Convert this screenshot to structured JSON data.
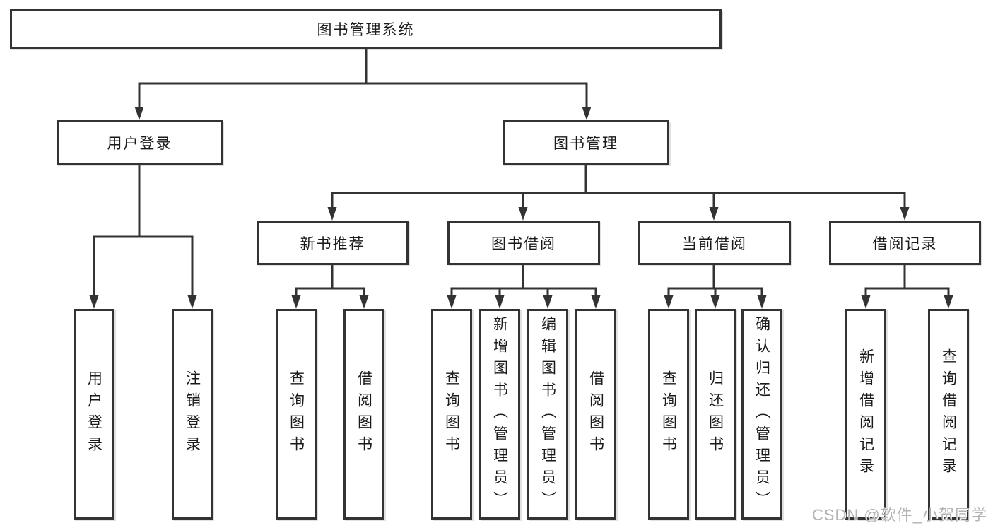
{
  "colors": {
    "line": "#333333",
    "text": "#1a1a1a",
    "box_background": "#ffffff",
    "page_background": "#ffffff",
    "watermark": "#b3b3b3"
  },
  "watermark": "CSDN @软件_小贺同学",
  "tree": {
    "root": {
      "label": "图书管理系统",
      "children": [
        {
          "label": "用户登录",
          "children": [
            {
              "label": "用户登录"
            },
            {
              "label": "注销登录"
            }
          ]
        },
        {
          "label": "图书管理",
          "children": [
            {
              "label": "新书推荐",
              "children": [
                {
                  "label": "查询图书"
                },
                {
                  "label": "借阅图书"
                }
              ]
            },
            {
              "label": "图书借阅",
              "children": [
                {
                  "label": "查询图书"
                },
                {
                  "label": "新增图书（管理员）"
                },
                {
                  "label": "编辑图书（管理员）"
                },
                {
                  "label": "借阅图书"
                }
              ]
            },
            {
              "label": "当前借阅",
              "children": [
                {
                  "label": "查询图书"
                },
                {
                  "label": "归还图书"
                },
                {
                  "label": "确认归还（管理员）"
                }
              ]
            },
            {
              "label": "借阅记录",
              "children": [
                {
                  "label": "新增借阅记录"
                },
                {
                  "label": "查询借阅记录"
                }
              ]
            }
          ]
        }
      ]
    }
  }
}
